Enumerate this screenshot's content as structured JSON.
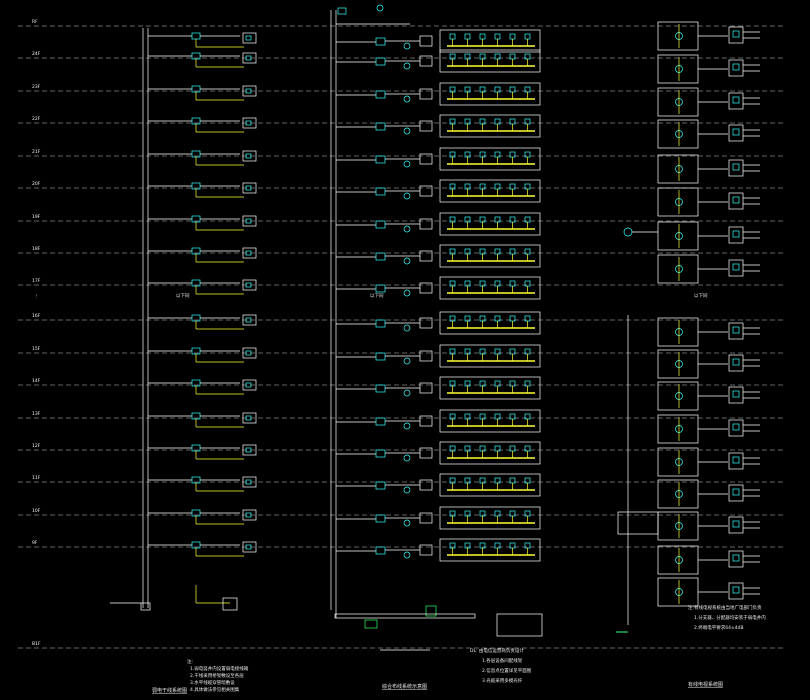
{
  "floors": [
    "RF",
    "24F",
    "23F",
    "22F",
    "21F",
    "20F",
    "19F",
    "18F",
    "17F",
    "……",
    "16F",
    "15F",
    "14F",
    "13F",
    "12F",
    "11F",
    "10F",
    "9F",
    "B1F"
  ],
  "ellipsis": "⋮",
  "repeat_note": "以下同",
  "titles": {
    "left": "弱电干线系统图",
    "middle": "综合布线系统示意图",
    "right": "有线电视系统图"
  },
  "colors": {
    "background": "#000000",
    "wire_white": "#ffffff",
    "wire_yellow": "#ffff33",
    "device_cyan": "#33ffff",
    "device_green": "#33ff66",
    "dashed_floor": "#c8c8c8"
  },
  "notes": {
    "heading": "注:",
    "lines": [
      "1.弱电竖井内设置弱电接线箱",
      "2.干线采用桥架敷设至各层",
      "3.水平线缆穿管暗敷设",
      "4.具体做法参见相关图集"
    ]
  },
  "legend": {
    "lines": [
      "DL: 由电信运营商负责设计",
      "1.各层设备间配线架",
      "2.信息点位置详见平面图",
      "3.光缆采用多模光纤"
    ]
  },
  "right_notes": {
    "lines": [
      "注:有线电视系统由当地广电部门负责",
      "1.分支器、分配器均安装于弱电井内",
      "2.终端电平要求64±4dB"
    ]
  }
}
